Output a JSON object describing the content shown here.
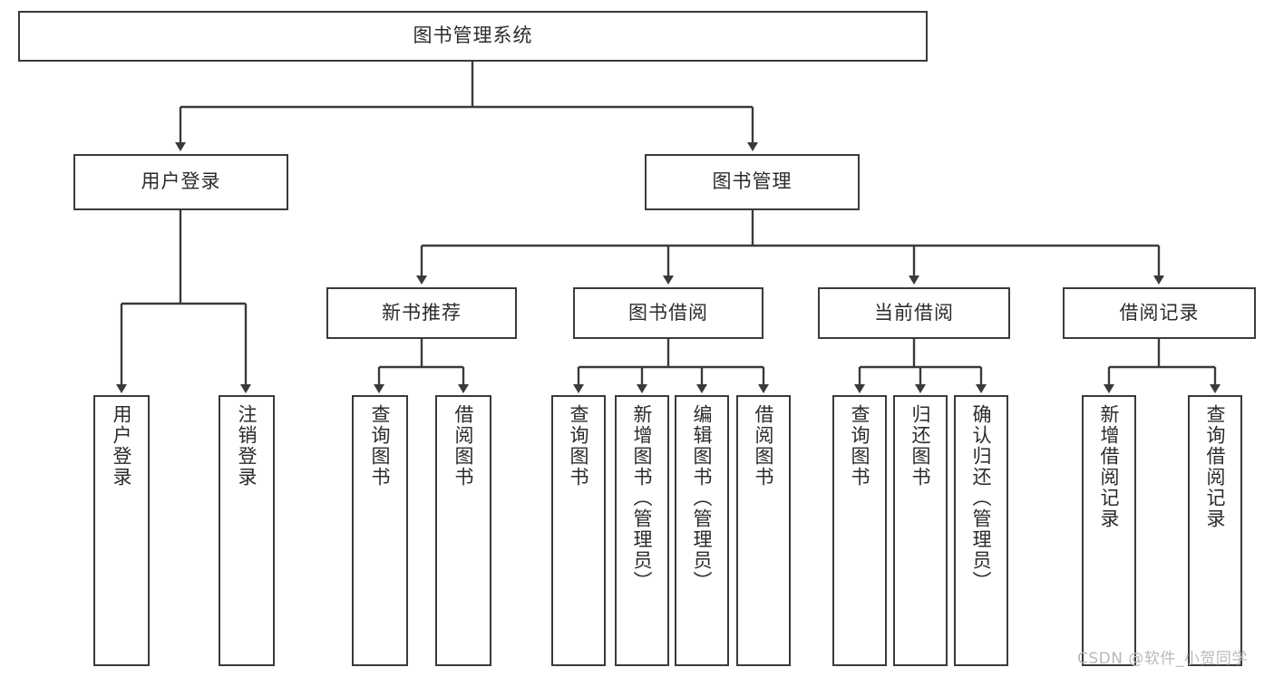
{
  "diagram": {
    "title": "图书管理系统",
    "root": {
      "label": "图书管理系统"
    },
    "level1": [
      {
        "label": "用户登录"
      },
      {
        "label": "图书管理"
      }
    ],
    "level2": [
      {
        "label": "新书推荐"
      },
      {
        "label": "图书借阅"
      },
      {
        "label": "当前借阅"
      },
      {
        "label": "借阅记录"
      }
    ],
    "leaves": {
      "user_login": [
        {
          "label": "用户登录"
        },
        {
          "label": "注销登录"
        }
      ],
      "new_book_recommend": [
        {
          "label": "查询图书"
        },
        {
          "label": "借阅图书"
        }
      ],
      "book_borrow": [
        {
          "label": "查询图书"
        },
        {
          "label": "新增图书（管理员）"
        },
        {
          "label": "编辑图书（管理员）"
        },
        {
          "label": "借阅图书"
        }
      ],
      "current_borrow": [
        {
          "label": "查询图书"
        },
        {
          "label": "归还图书"
        },
        {
          "label": "确认归还（管理员）"
        }
      ],
      "borrow_record": [
        {
          "label": "新增借阅记录"
        },
        {
          "label": "查询借阅记录"
        }
      ]
    },
    "watermark": "CSDN @软件_小贺同学",
    "colors": {
      "border": "#3a3a3a",
      "text": "#2b2b2b",
      "background": "#ffffff",
      "watermark": "#b9b9b9"
    }
  }
}
